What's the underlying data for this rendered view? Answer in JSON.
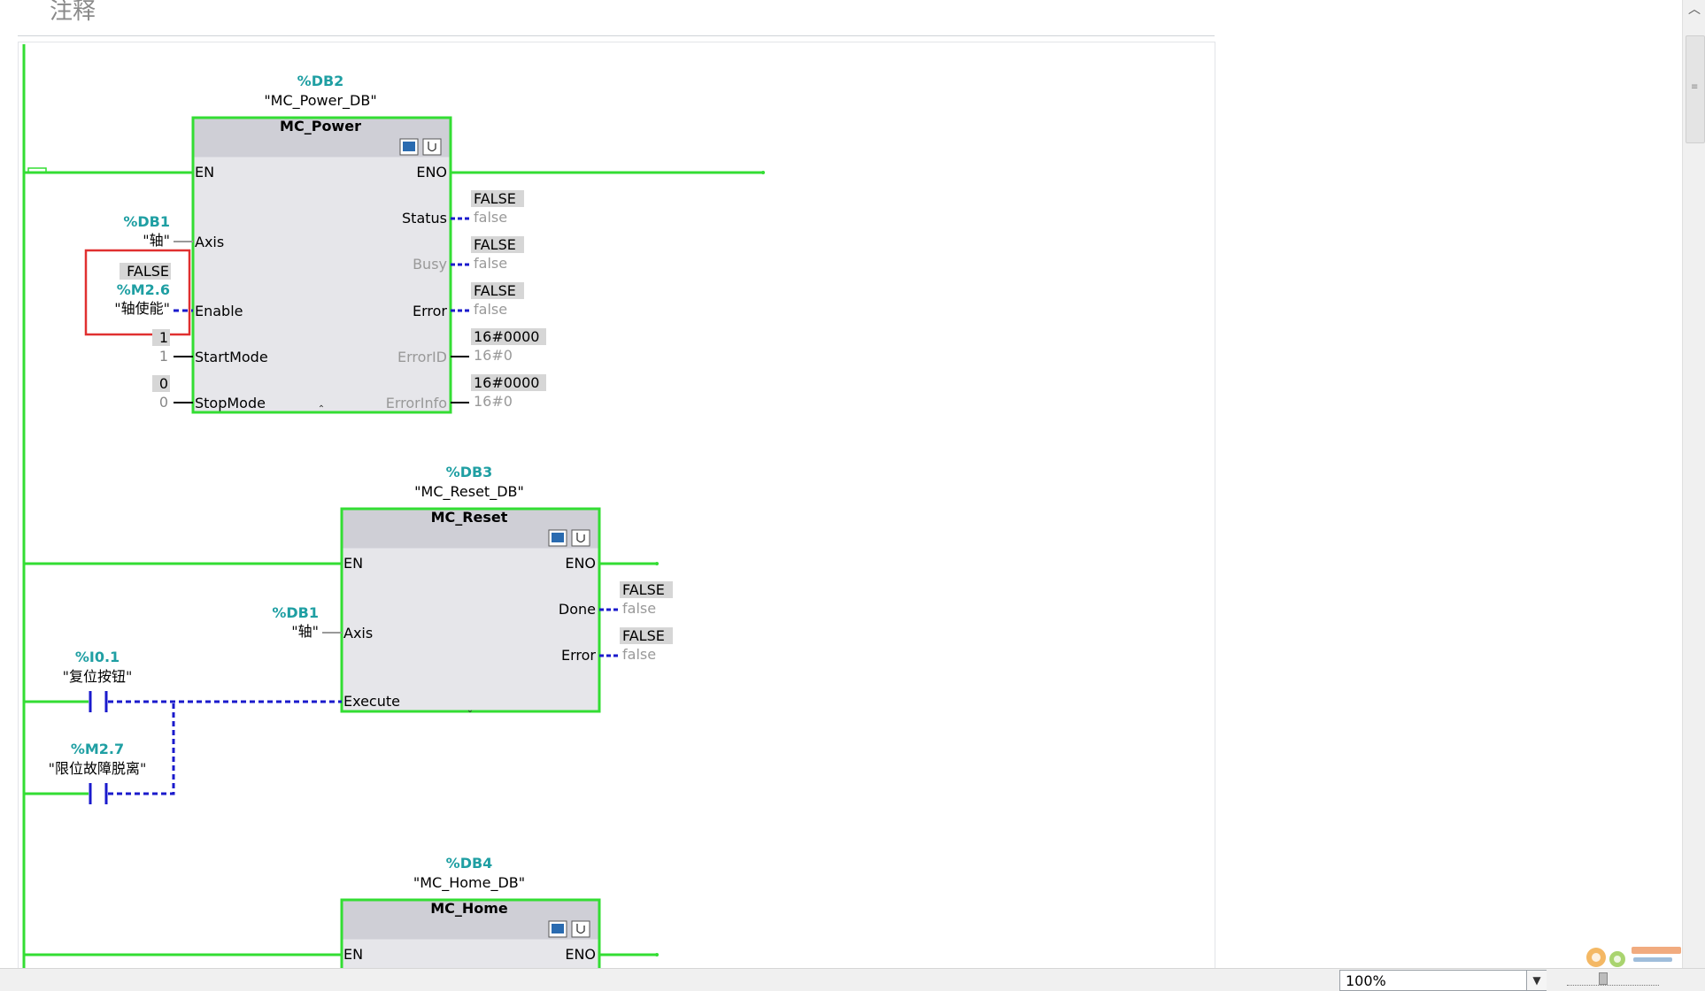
{
  "header": {
    "comment_label": "注释"
  },
  "blocks": [
    {
      "db_address": "%DB2",
      "db_name": "\"MC_Power_DB\"",
      "title": "MC_Power",
      "inputs": [
        {
          "pin": "EN"
        },
        {
          "pin": "Axis",
          "operand_address": "%DB1",
          "operand_name": "\"轴\""
        },
        {
          "pin": "Enable",
          "status": "FALSE",
          "operand_address": "%M2.6",
          "operand_name": "\"轴使能\""
        },
        {
          "pin": "StartMode",
          "status": "1",
          "operand_name": "1"
        },
        {
          "pin": "StopMode",
          "status": "0",
          "operand_name": "0"
        }
      ],
      "outputs": [
        {
          "pin": "ENO"
        },
        {
          "pin": "Status",
          "status": "FALSE",
          "value": "false"
        },
        {
          "pin": "Busy",
          "status": "FALSE",
          "value": "false"
        },
        {
          "pin": "Error",
          "status": "FALSE",
          "value": "false"
        },
        {
          "pin": "ErrorID",
          "status": "16#0000",
          "value": "16#0"
        },
        {
          "pin": "ErrorInfo",
          "status": "16#0000",
          "value": "16#0"
        }
      ]
    },
    {
      "db_address": "%DB3",
      "db_name": "\"MC_Reset_DB\"",
      "title": "MC_Reset",
      "inputs": [
        {
          "pin": "EN"
        },
        {
          "pin": "Axis",
          "operand_address": "%DB1",
          "operand_name": "\"轴\""
        },
        {
          "pin": "Execute"
        }
      ],
      "outputs": [
        {
          "pin": "ENO"
        },
        {
          "pin": "Done",
          "status": "FALSE",
          "value": "false"
        },
        {
          "pin": "Error",
          "status": "FALSE",
          "value": "false"
        }
      ],
      "contacts": [
        {
          "address": "%I0.1",
          "name": "\"复位按钮\""
        },
        {
          "address": "%M2.7",
          "name": "\"限位故障脱离\""
        }
      ]
    },
    {
      "db_address": "%DB4",
      "db_name": "\"MC_Home_DB\"",
      "title": "MC_Home",
      "inputs": [
        {
          "pin": "EN"
        }
      ],
      "outputs": [
        {
          "pin": "ENO"
        }
      ]
    }
  ],
  "statusbar": {
    "zoom": "100%"
  },
  "colors": {
    "power_flow": "#33dd33",
    "address": "#1f9fa3",
    "dashed_signal": "#1a1acc",
    "block_fill": "#e6e6ea",
    "block_header": "#cfcfd6",
    "status_bg": "#d6d6d6",
    "highlight_box": "#e03030"
  },
  "icons": [
    "block-window-icon",
    "block-diagnostic-icon",
    "scroll-up-icon",
    "dropdown-arrow-icon"
  ]
}
